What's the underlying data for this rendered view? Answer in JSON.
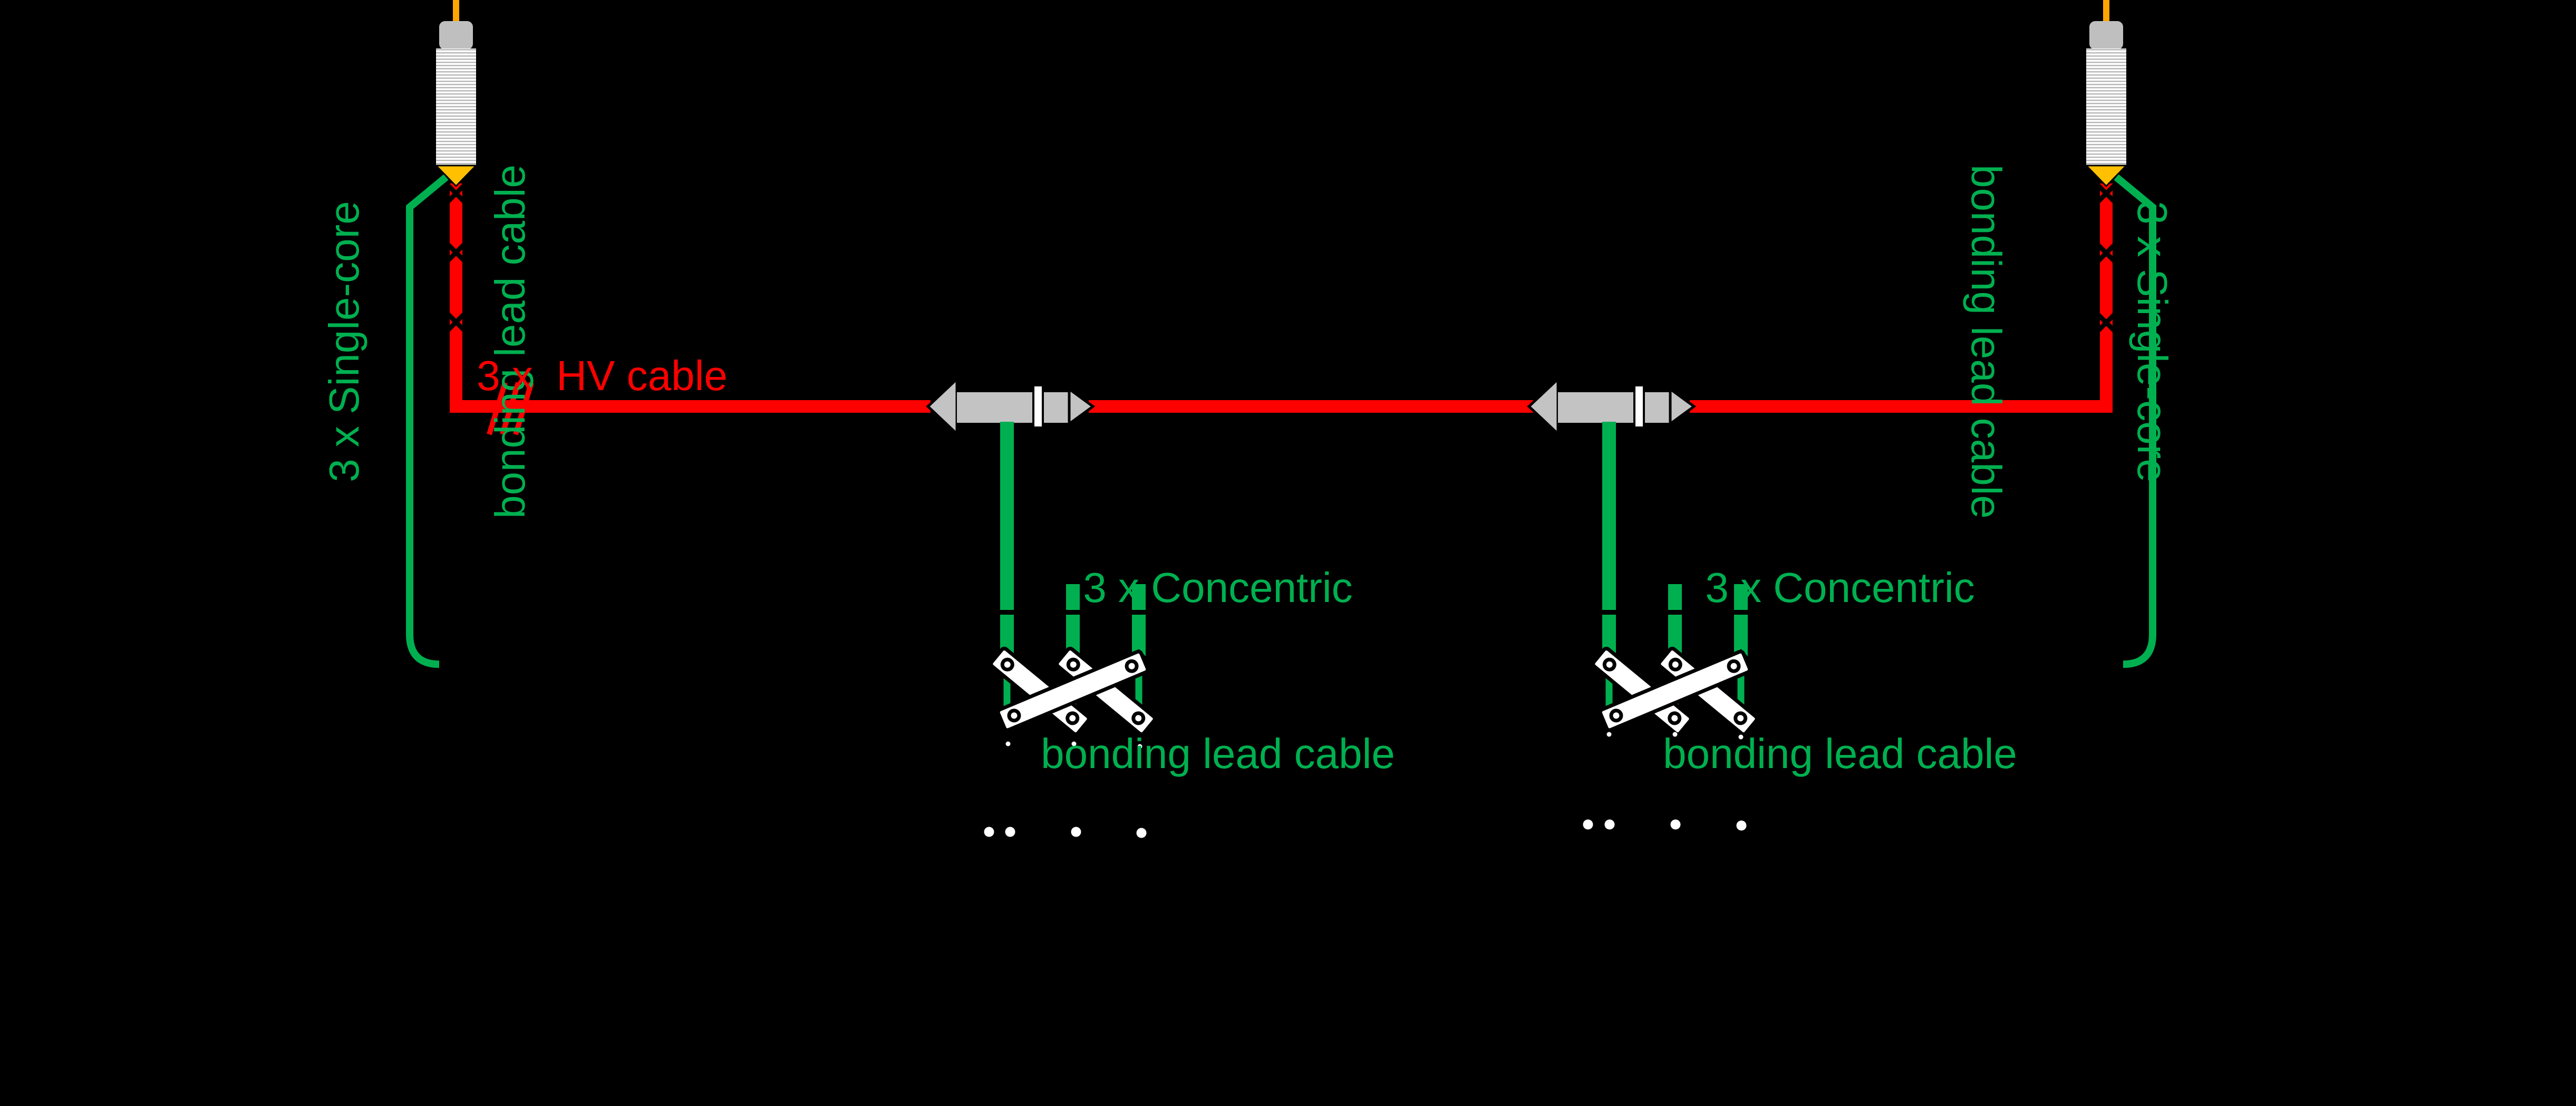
{
  "diagram": {
    "description": "Cross-bonded HV cable system single-line diagram",
    "labels": {
      "left_single_core": {
        "line1": "3 x Single-core",
        "line2": "bonding lead cable"
      },
      "right_single_core": {
        "line1": "3 x Single-core",
        "line2": "bonding lead cable"
      },
      "hv": "3 x  HV cable",
      "concentric_left": {
        "line1": "3 x Concentric",
        "line2": "bonding lead cable"
      },
      "concentric_right": {
        "line1": "3 x Concentric",
        "line2": "bonding lead cable"
      }
    },
    "colors": {
      "green": "#00B050",
      "red": "#FF0000",
      "orange": "#FFA500",
      "gold": "#FFC000",
      "gray": "#C3C3C3",
      "capgray": "#BFBFBF",
      "white": "#FFFFFF",
      "black": "#000000"
    }
  }
}
